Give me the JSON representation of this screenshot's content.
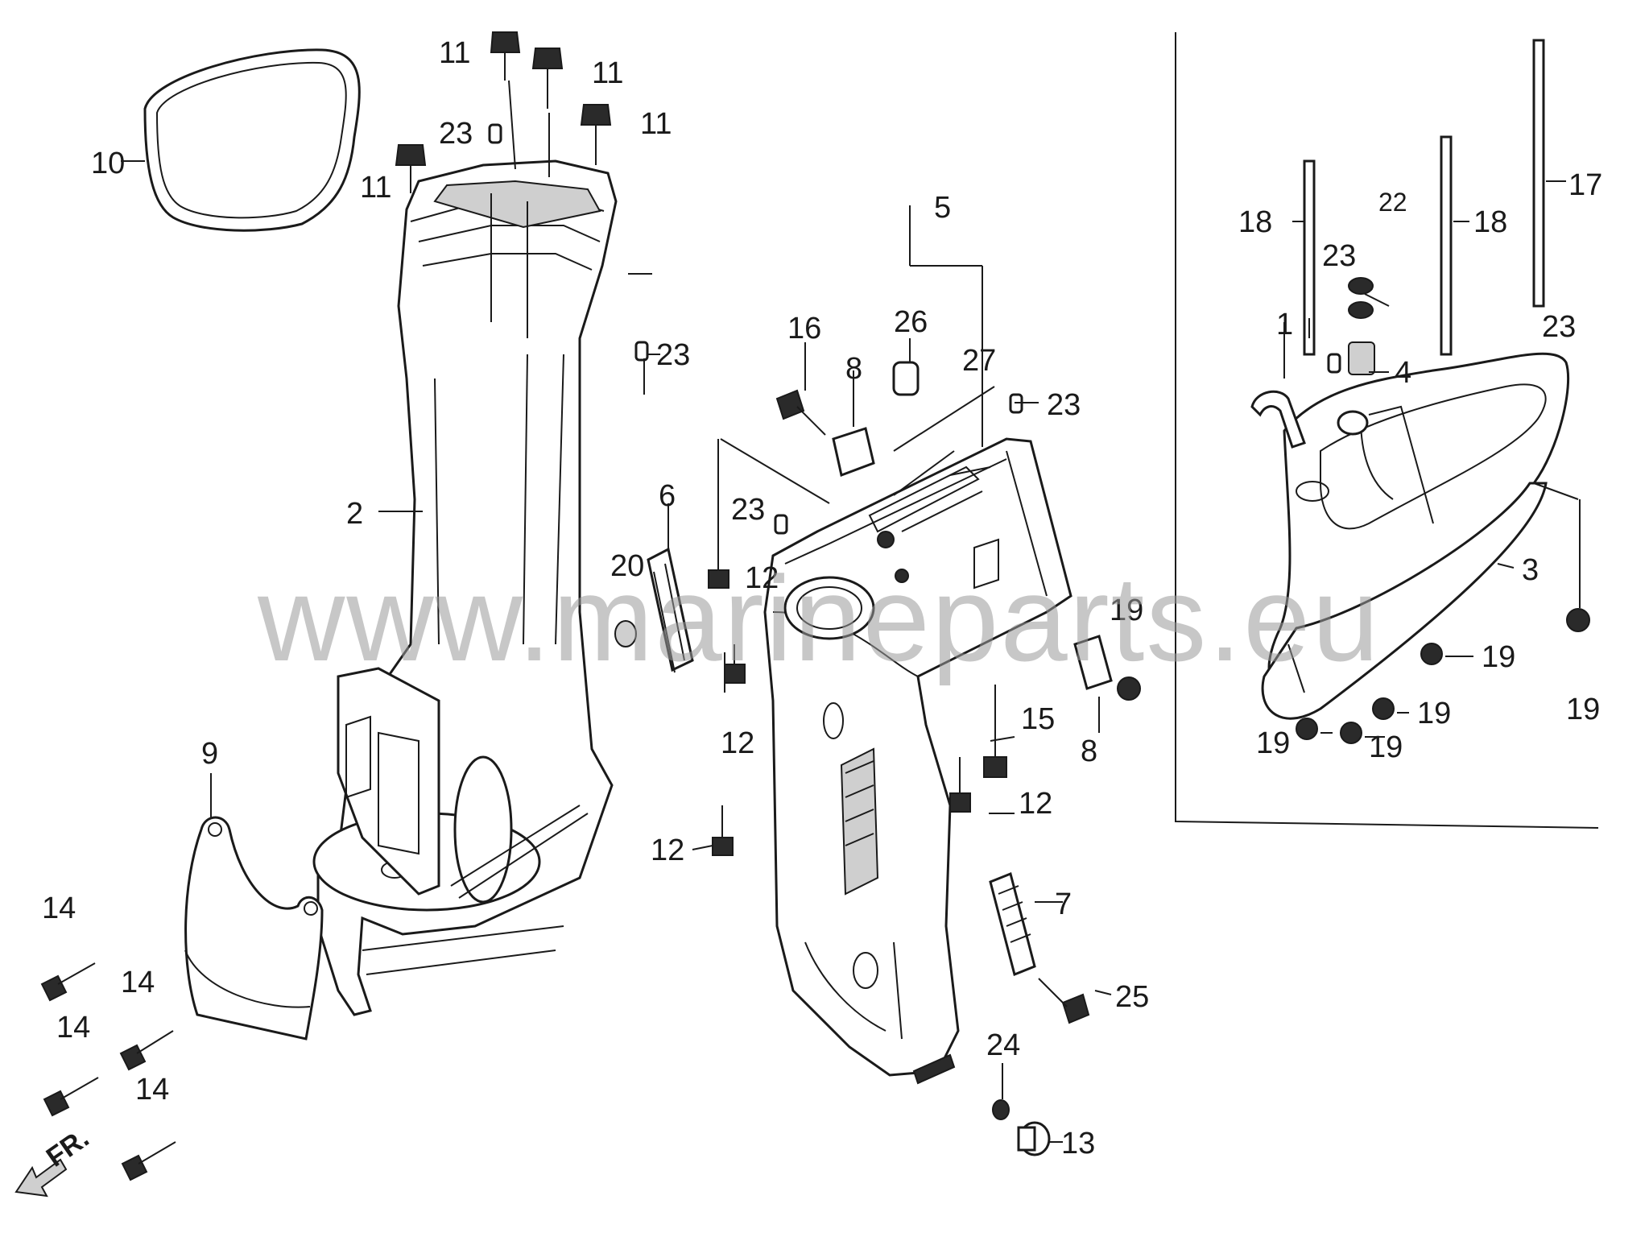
{
  "watermark": "www.marineparts.eu",
  "direction_label": "FR.",
  "callouts": {
    "c1": "1",
    "c2": "2",
    "c3": "3",
    "c4": "4",
    "c5": "5",
    "c6": "6",
    "c7": "7",
    "c8a": "8",
    "c8b": "8",
    "c9": "9",
    "c10": "10",
    "c11a": "11",
    "c11b": "11",
    "c11c": "11",
    "c11d": "11",
    "c12a": "12",
    "c12b": "12",
    "c12c": "12",
    "c12d": "12",
    "c13": "13",
    "c14a": "14",
    "c14b": "14",
    "c14c": "14",
    "c14d": "14",
    "c15": "15",
    "c16": "16",
    "c17": "17",
    "c18a": "18",
    "c18b": "18",
    "c19a": "19",
    "c19b": "19",
    "c19c": "19",
    "c19d": "19",
    "c19e": "19",
    "c19f": "19",
    "c20": "20",
    "c22": "22",
    "c23a": "23",
    "c23b": "23",
    "c23c": "23",
    "c23d": "23",
    "c23e": "23",
    "c23f": "23",
    "c24": "24",
    "c25": "25",
    "c26": "26",
    "c27": "27"
  }
}
